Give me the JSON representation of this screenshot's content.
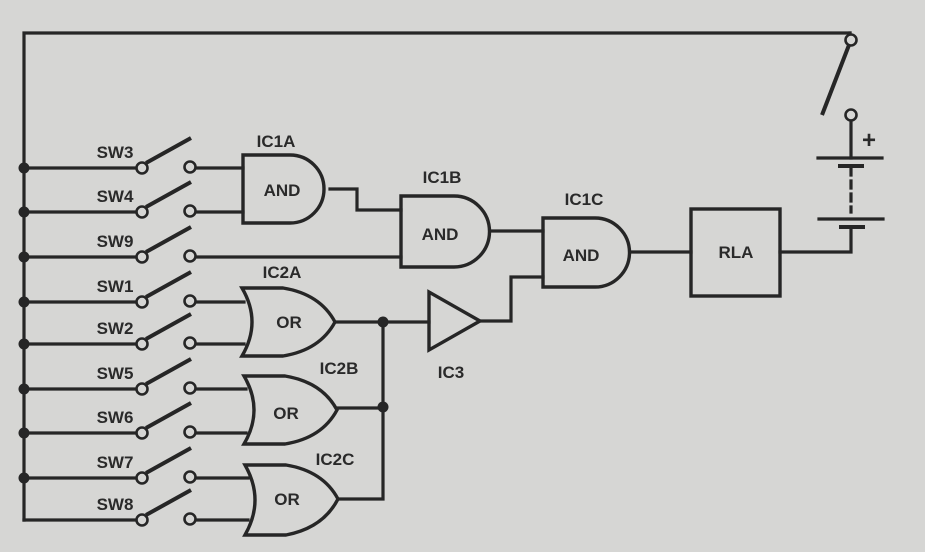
{
  "diagram": {
    "type": "logic circuit schematic",
    "colors": {
      "background": "#d6d6d4",
      "ink": "#262626"
    },
    "switches": [
      {
        "id": "SW3",
        "label": "SW3",
        "feeds": "IC1A"
      },
      {
        "id": "SW4",
        "label": "SW4",
        "feeds": "IC1A"
      },
      {
        "id": "SW9",
        "label": "SW9",
        "feeds": "IC1B"
      },
      {
        "id": "SW1",
        "label": "SW1",
        "feeds": "IC2A"
      },
      {
        "id": "SW2",
        "label": "SW2",
        "feeds": "IC2A"
      },
      {
        "id": "SW5",
        "label": "SW5",
        "feeds": "IC2B"
      },
      {
        "id": "SW6",
        "label": "SW6",
        "feeds": "IC2B"
      },
      {
        "id": "SW7",
        "label": "SW7",
        "feeds": "IC2C"
      },
      {
        "id": "SW8",
        "label": "SW8",
        "feeds": "IC2C"
      }
    ],
    "gates": {
      "IC1A": {
        "name": "IC1A",
        "function": "AND"
      },
      "IC1B": {
        "name": "IC1B",
        "function": "AND"
      },
      "IC1C": {
        "name": "IC1C",
        "function": "AND"
      },
      "IC2A": {
        "name": "IC2A",
        "function": "OR"
      },
      "IC2B": {
        "name": "IC2B",
        "function": "OR"
      },
      "IC2C": {
        "name": "IC2C",
        "function": "OR"
      },
      "IC3": {
        "name": "IC3",
        "function": "buffer"
      }
    },
    "relay": {
      "label": "RLA"
    },
    "battery": {
      "polarity_label": "+"
    },
    "connections": [
      "SW3,SW4 -> IC1A",
      "IC1A, SW9 -> IC1B",
      "IC1B, IC3 -> IC1C",
      "SW1,SW2 -> IC2A",
      "SW5,SW6 -> IC2B",
      "SW7,SW8 -> IC2C",
      "IC2A,IC2B,IC2C (wired) -> IC3",
      "IC1C -> RLA -> battery -> master switch -> common bus"
    ]
  }
}
